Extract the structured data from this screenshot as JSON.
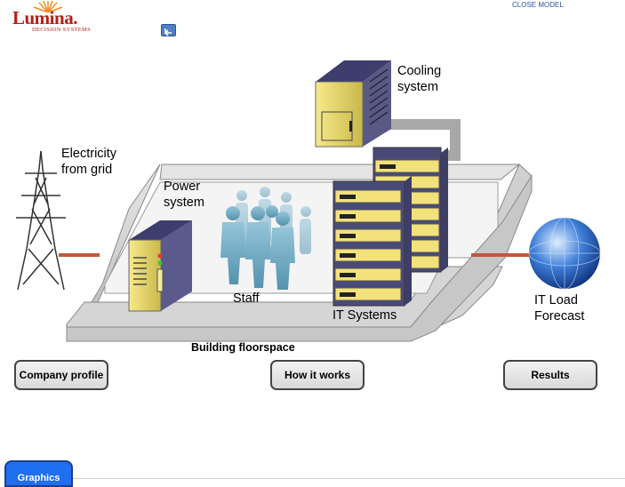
{
  "header": {
    "logo_text": "Lumina.",
    "logo_sub": "DECISION SYSTEMS",
    "close_label": "CLOSE MODEL",
    "back_icon": "back-arrow-icon"
  },
  "diagram": {
    "cooling": "Cooling\nsystem",
    "electricity": "Electricity\nfrom grid",
    "power": "Power\nsystem",
    "staff": "Staff",
    "it_systems": "IT Systems",
    "it_load": "IT Load\nForecast",
    "floorspace": "Building floorspace"
  },
  "nav": {
    "company_profile": "Company profile",
    "how_it_works": "How it works",
    "results": "Results"
  },
  "tab": {
    "label": "Graphics"
  },
  "colors": {
    "accent": "#b3201a",
    "tab_blue": "#1f6ff0",
    "server_yellow": "#f3e27a"
  }
}
